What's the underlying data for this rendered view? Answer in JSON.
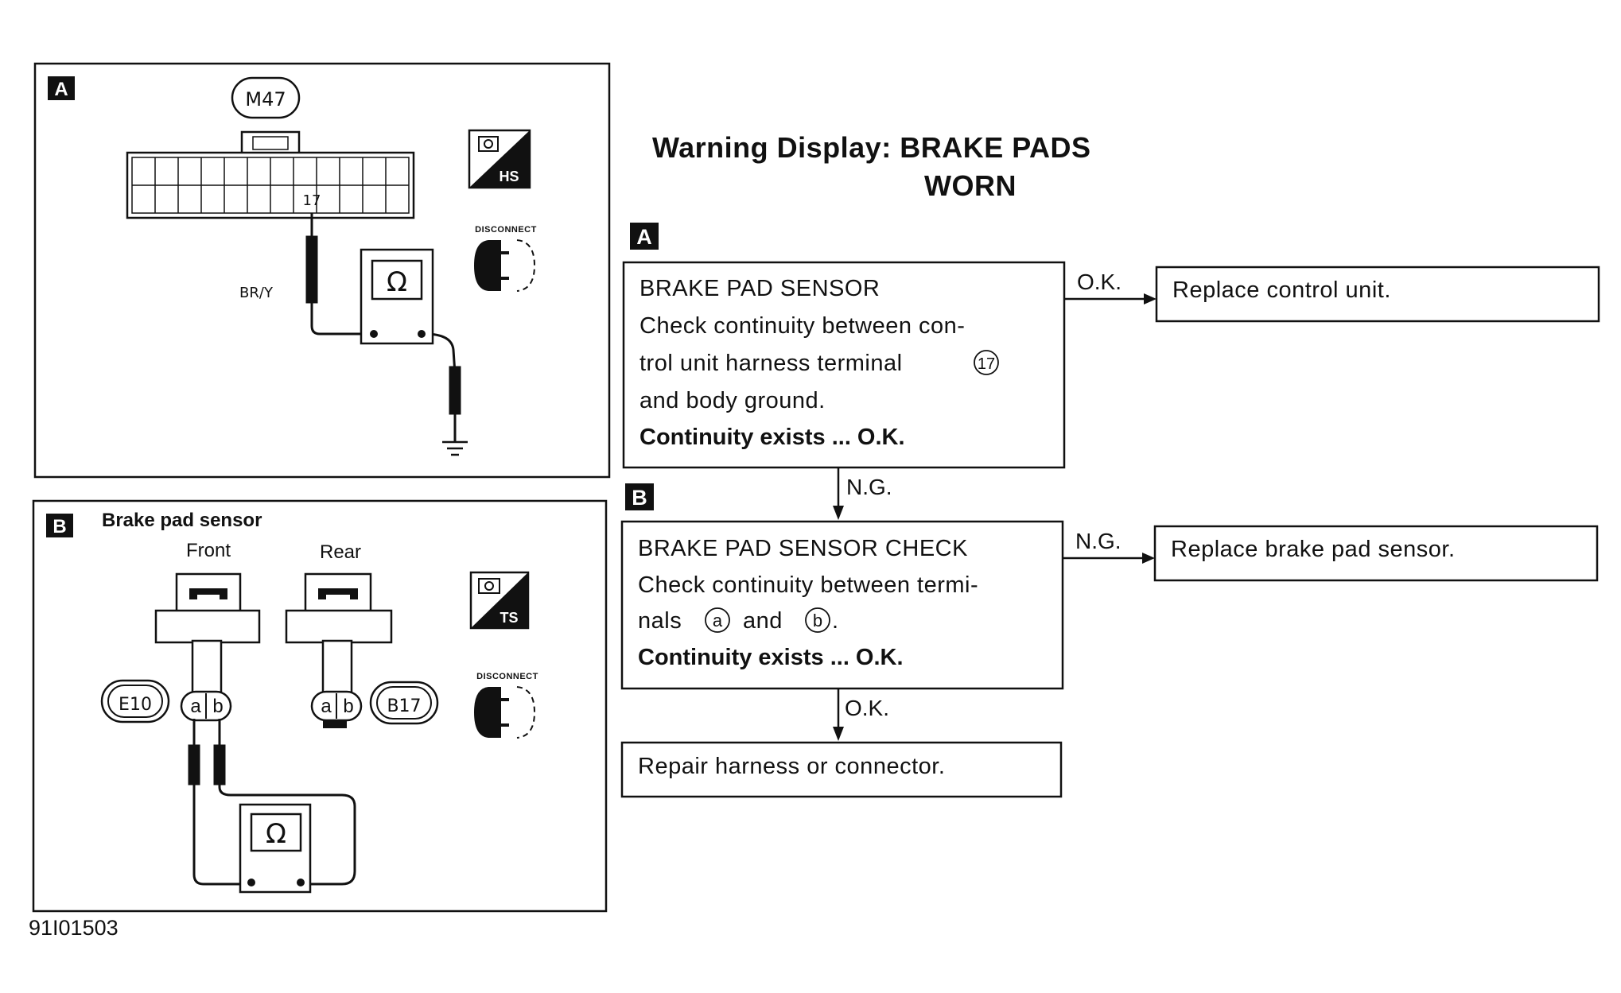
{
  "title": {
    "line1": "Warning Display: BRAKE PADS",
    "line2": "WORN"
  },
  "figure_id": "91I01503",
  "panel_a": {
    "letter": "A",
    "connector_label": "M47",
    "terminal": "17",
    "wire_label": "BR/Y",
    "meter_symbol": "Ω",
    "hs_badge": "HS",
    "disconnect_label": "DISCONNECT"
  },
  "panel_b": {
    "letter": "B",
    "title": "Brake pad sensor",
    "front_label": "Front",
    "rear_label": "Rear",
    "front_connector": "E10",
    "rear_connector": "B17",
    "terminal_a": "a",
    "terminal_b": "b",
    "meter_symbol": "Ω",
    "ts_badge": "TS",
    "disconnect_label": "DISCONNECT"
  },
  "flow": {
    "step_a": {
      "letter": "A",
      "heading": "BRAKE PAD SENSOR",
      "line1": "Check continuity between con-",
      "line2": "trol unit harness terminal",
      "terminal_ref": "17",
      "line3": "and body ground.",
      "result": "Continuity exists ... O.K."
    },
    "step_a_ok": {
      "label": "O.K.",
      "action": "Replace control unit."
    },
    "step_a_ng": {
      "label": "N.G."
    },
    "step_b": {
      "letter": "B",
      "heading": "BRAKE PAD SENSOR CHECK",
      "line1": "Check continuity between termi-",
      "line2_prefix": "nals",
      "term_a": "a",
      "line2_mid": "and",
      "term_b": "b",
      "line2_suffix": ".",
      "result": "Continuity exists ... O.K."
    },
    "step_b_ng": {
      "label": "N.G.",
      "action": "Replace brake pad sensor."
    },
    "step_b_ok": {
      "label": "O.K.",
      "action": "Repair harness or connector."
    }
  }
}
